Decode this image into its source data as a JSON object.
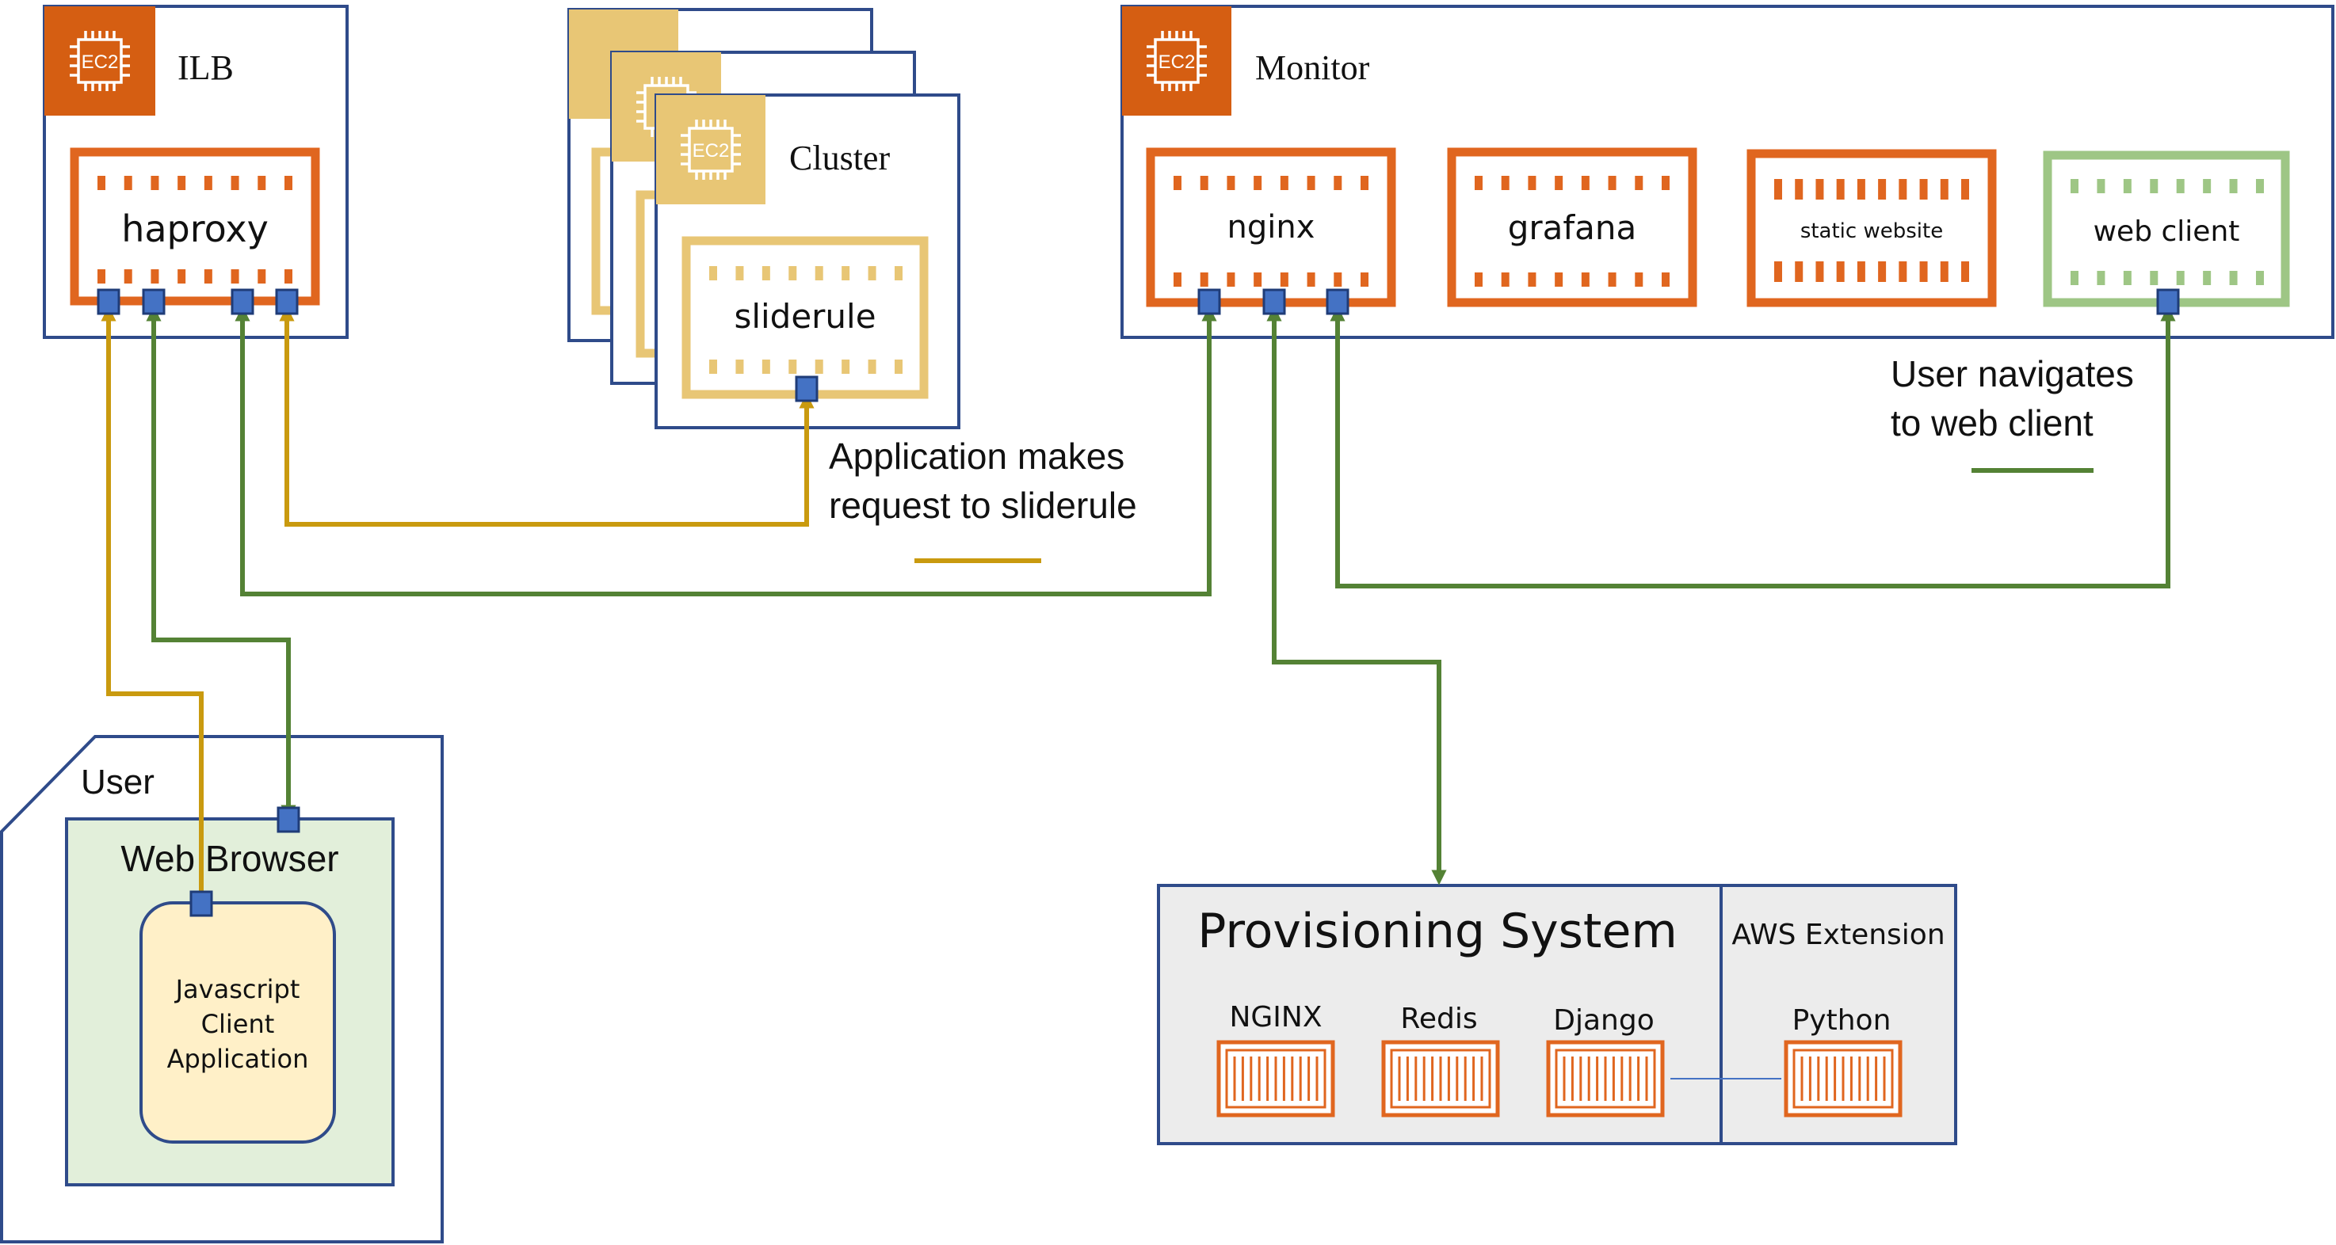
{
  "colors": {
    "frame": "#2f4b8a",
    "ec2_orange": "#d55e12",
    "ec2_tan": "#e8c675",
    "service_orange": "#e0661f",
    "service_green": "#9ec685",
    "port_fill": "#4472c4",
    "port_stroke": "#1f3c78",
    "gold_line": "#c99a0f",
    "green_line": "#548235",
    "browser_fill": "#e2efda",
    "app_fill": "#fff0c8",
    "prov_fill": "#ececec"
  },
  "ilb": {
    "ec2_label": "EC2",
    "title": "ILB",
    "service": "haproxy"
  },
  "cluster": {
    "ec2_label": "EC2",
    "title": "Cluster",
    "service": "sliderule"
  },
  "monitor": {
    "ec2_label": "EC2",
    "title": "Monitor",
    "services": [
      "nginx",
      "grafana",
      "static website",
      "web client"
    ]
  },
  "user": {
    "title": "User",
    "browser": "Web Browser",
    "app_lines": [
      "Javascript",
      "Client",
      "Application"
    ]
  },
  "notes": {
    "sliderule_lines": [
      "Application makes",
      "request to sliderule"
    ],
    "webclient_lines": [
      "User navigates",
      "to web client"
    ]
  },
  "provisioning": {
    "title": "Provisioning System",
    "components": [
      "NGINX",
      "Redis",
      "Django"
    ],
    "extension_title": "AWS Extension",
    "extension_component": "Python"
  }
}
